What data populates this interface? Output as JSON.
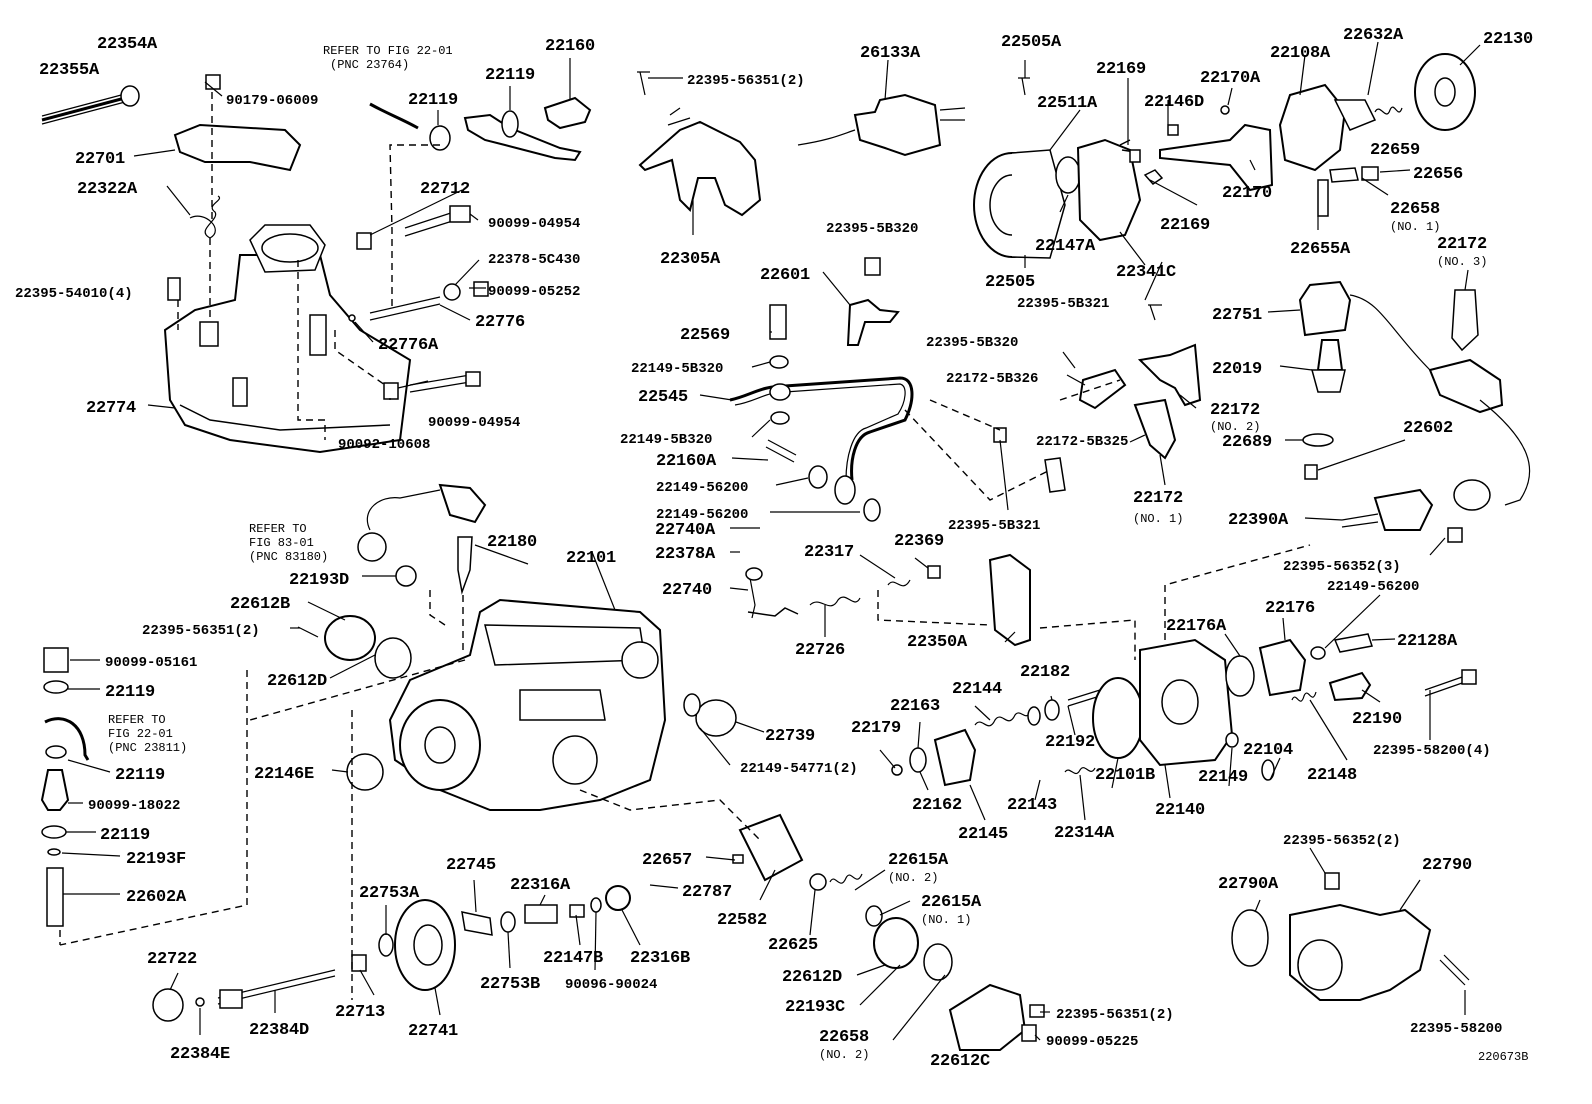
{
  "diagram_id": "220673B",
  "labels": [
    {
      "id": "22354A",
      "text": "22354A"
    },
    {
      "id": "22355A",
      "text": "22355A"
    },
    {
      "id": "90179-06009",
      "text": "90179-06009"
    },
    {
      "id": "22701",
      "text": "22701"
    },
    {
      "id": "22322A",
      "text": "22322A"
    },
    {
      "id": "22395-54010",
      "text": "22395-54010(4)"
    },
    {
      "id": "22774",
      "text": "22774"
    },
    {
      "id": "22119a",
      "text": "22119"
    },
    {
      "id": "22119b",
      "text": "22119"
    },
    {
      "id": "22160",
      "text": "22160"
    },
    {
      "id": "22712",
      "text": "22712"
    },
    {
      "id": "90099-04954a",
      "text": "90099-04954"
    },
    {
      "id": "22378-5C430",
      "text": "22378-5C430"
    },
    {
      "id": "90099-05252",
      "text": "90099-05252"
    },
    {
      "id": "22776",
      "text": "22776"
    },
    {
      "id": "22776A",
      "text": "22776A"
    },
    {
      "id": "90099-04954b",
      "text": "90099-04954"
    },
    {
      "id": "90092-10608",
      "text": "90092-10608"
    },
    {
      "id": "22395-56351a",
      "text": "22395-56351(2)"
    },
    {
      "id": "22305A",
      "text": "22305A"
    },
    {
      "id": "26133A",
      "text": "26133A"
    },
    {
      "id": "22395-5B320a",
      "text": "22395-5B320"
    },
    {
      "id": "22601",
      "text": "22601"
    },
    {
      "id": "22569",
      "text": "22569"
    },
    {
      "id": "22149-5B320a",
      "text": "22149-5B320"
    },
    {
      "id": "22545",
      "text": "22545"
    },
    {
      "id": "22149-5B320b",
      "text": "22149-5B320"
    },
    {
      "id": "22160A",
      "text": "22160A"
    },
    {
      "id": "22149-56200a",
      "text": "22149-56200"
    },
    {
      "id": "22149-56200b",
      "text": "22149-56200"
    },
    {
      "id": "22740A",
      "text": "22740A"
    },
    {
      "id": "22378A",
      "text": "22378A"
    },
    {
      "id": "22740",
      "text": "22740"
    },
    {
      "id": "22317",
      "text": "22317"
    },
    {
      "id": "22369",
      "text": "22369"
    },
    {
      "id": "22726",
      "text": "22726"
    },
    {
      "id": "22350A",
      "text": "22350A"
    },
    {
      "id": "22505A",
      "text": "22505A"
    },
    {
      "id": "22511A",
      "text": "22511A"
    },
    {
      "id": "22169a",
      "text": "22169"
    },
    {
      "id": "22146D",
      "text": "22146D"
    },
    {
      "id": "22170A",
      "text": "22170A"
    },
    {
      "id": "22108A",
      "text": "22108A"
    },
    {
      "id": "22632A",
      "text": "22632A"
    },
    {
      "id": "22130",
      "text": "22130"
    },
    {
      "id": "22659",
      "text": "22659"
    },
    {
      "id": "22656",
      "text": "22656"
    },
    {
      "id": "22658-1",
      "text": "22658"
    },
    {
      "id": "22655A",
      "text": "22655A"
    },
    {
      "id": "22170",
      "text": "22170"
    },
    {
      "id": "22169b",
      "text": "22169"
    },
    {
      "id": "22505",
      "text": "22505"
    },
    {
      "id": "22147A",
      "text": "22147A"
    },
    {
      "id": "22341C",
      "text": "22341C"
    },
    {
      "id": "22172-3",
      "text": "22172"
    },
    {
      "id": "22395-5B321a",
      "text": "22395-5B321"
    },
    {
      "id": "22395-5B320b",
      "text": "22395-5B320"
    },
    {
      "id": "22172-5B326",
      "text": "22172-5B326"
    },
    {
      "id": "22172-2",
      "text": "22172"
    },
    {
      "id": "22172-5B325",
      "text": "22172-5B325"
    },
    {
      "id": "22172-1",
      "text": "22172"
    },
    {
      "id": "22395-5B321b",
      "text": "22395-5B321"
    },
    {
      "id": "22751",
      "text": "22751"
    },
    {
      "id": "22019",
      "text": "22019"
    },
    {
      "id": "22689",
      "text": "22689"
    },
    {
      "id": "22602",
      "text": "22602"
    },
    {
      "id": "22390A",
      "text": "22390A"
    },
    {
      "id": "22395-56352a",
      "text": "22395-56352(3)"
    },
    {
      "id": "22149-56200c",
      "text": "22149-56200"
    },
    {
      "id": "22128A",
      "text": "22128A"
    },
    {
      "id": "22176A",
      "text": "22176A"
    },
    {
      "id": "22176",
      "text": "22176"
    },
    {
      "id": "22190",
      "text": "22190"
    },
    {
      "id": "22395-58200a",
      "text": "22395-58200(4)"
    },
    {
      "id": "22148",
      "text": "22148"
    },
    {
      "id": "22104",
      "text": "22104"
    },
    {
      "id": "22149",
      "text": "22149"
    },
    {
      "id": "22140",
      "text": "22140"
    },
    {
      "id": "22101B",
      "text": "22101B"
    },
    {
      "id": "22192",
      "text": "22192"
    },
    {
      "id": "22182",
      "text": "22182"
    },
    {
      "id": "22144",
      "text": "22144"
    },
    {
      "id": "22163",
      "text": "22163"
    },
    {
      "id": "22179",
      "text": "22179"
    },
    {
      "id": "22162",
      "text": "22162"
    },
    {
      "id": "22145",
      "text": "22145"
    },
    {
      "id": "22143",
      "text": "22143"
    },
    {
      "id": "22314A",
      "text": "22314A"
    },
    {
      "id": "22739",
      "text": "22739"
    },
    {
      "id": "22149-54771",
      "text": "22149-54771(2)"
    },
    {
      "id": "22180",
      "text": "22180"
    },
    {
      "id": "22101",
      "text": "22101"
    },
    {
      "id": "22193D",
      "text": "22193D"
    },
    {
      "id": "22612B",
      "text": "22612B"
    },
    {
      "id": "22395-56351b",
      "text": "22395-56351(2)"
    },
    {
      "id": "22612D-a",
      "text": "22612D"
    },
    {
      "id": "90099-05161",
      "text": "90099-05161"
    },
    {
      "id": "22119c",
      "text": "22119"
    },
    {
      "id": "22119d",
      "text": "22119"
    },
    {
      "id": "90099-18022",
      "text": "90099-18022"
    },
    {
      "id": "22119e",
      "text": "22119"
    },
    {
      "id": "22193F",
      "text": "22193F"
    },
    {
      "id": "22602A",
      "text": "22602A"
    },
    {
      "id": "22146E",
      "text": "22146E"
    },
    {
      "id": "22722",
      "text": "22722"
    },
    {
      "id": "22384E",
      "text": "22384E"
    },
    {
      "id": "22384D",
      "text": "22384D"
    },
    {
      "id": "22713",
      "text": "22713"
    },
    {
      "id": "22753A",
      "text": "22753A"
    },
    {
      "id": "22741",
      "text": "22741"
    },
    {
      "id": "22745",
      "text": "22745"
    },
    {
      "id": "22753B",
      "text": "22753B"
    },
    {
      "id": "22316A",
      "text": "22316A"
    },
    {
      "id": "22147B",
      "text": "22147B"
    },
    {
      "id": "90096-90024",
      "text": "90096-90024"
    },
    {
      "id": "22316B",
      "text": "22316B"
    },
    {
      "id": "22657",
      "text": "22657"
    },
    {
      "id": "22787",
      "text": "22787"
    },
    {
      "id": "22582",
      "text": "22582"
    },
    {
      "id": "22625",
      "text": "22625"
    },
    {
      "id": "22615A-2",
      "text": "22615A"
    },
    {
      "id": "22615A-1",
      "text": "22615A"
    },
    {
      "id": "22612D-b",
      "text": "22612D"
    },
    {
      "id": "22193C",
      "text": "22193C"
    },
    {
      "id": "22658-2",
      "text": "22658"
    },
    {
      "id": "22612C",
      "text": "22612C"
    },
    {
      "id": "22395-56351c",
      "text": "22395-56351(2)"
    },
    {
      "id": "90099-05225",
      "text": "90099-05225"
    },
    {
      "id": "22790A",
      "text": "22790A"
    },
    {
      "id": "22790",
      "text": "22790"
    },
    {
      "id": "22395-56352b",
      "text": "22395-56352(2)"
    },
    {
      "id": "22395-58200b",
      "text": "22395-58200"
    }
  ],
  "notes": {
    "no1": "(NO. 1)",
    "no2": "(NO. 2)",
    "no3": "(NO. 3)",
    "refer_22_01_a": [
      "REFER TO FIG 22-01",
      "(PNC 23764)"
    ],
    "refer_83_01": [
      "REFER TO",
      "FIG 83-01",
      "(PNC 83180)"
    ],
    "refer_22_01_b": [
      "REFER TO",
      "FIG 22-01",
      "(PNC 23811)"
    ]
  }
}
